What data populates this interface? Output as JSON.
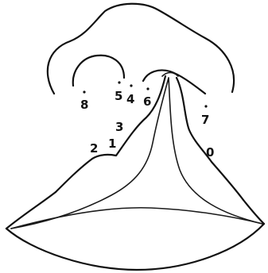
{
  "labels": {
    "l8": "8",
    "l5": "5",
    "l4": "4",
    "l6": "6",
    "l7": "7",
    "l3": "3",
    "l2": "2",
    "l1": "1",
    "l0": "0"
  }
}
